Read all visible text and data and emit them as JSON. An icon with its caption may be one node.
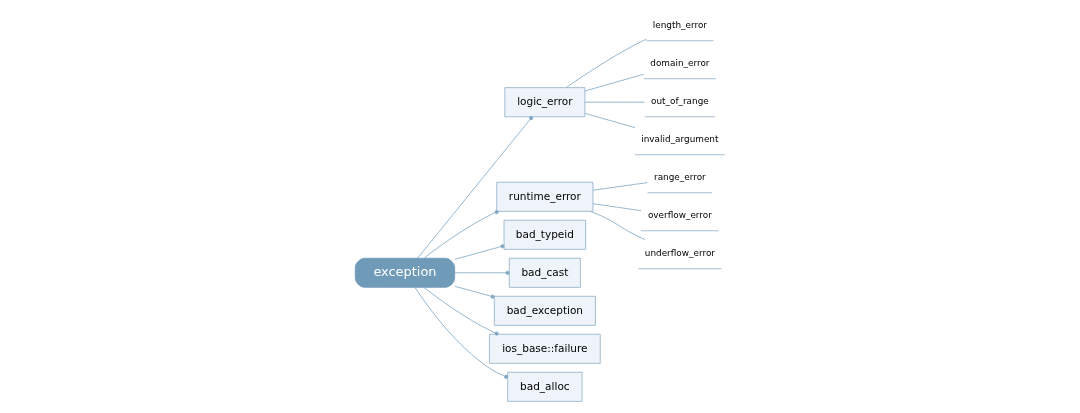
{
  "diagram": {
    "nodes": [
      {
        "text": [
          "exception"
        ]
      },
      {
        "text": [
          "logic_error"
        ]
      },
      {
        "text": [
          "runtime_error"
        ]
      },
      {
        "text": [
          "bad_typeid"
        ]
      },
      {
        "text": [
          "bad_cast"
        ]
      },
      {
        "text": [
          "bad_exception"
        ]
      },
      {
        "text": [
          "ios_base::failure"
        ]
      },
      {
        "text": [
          "bad_alloc"
        ]
      },
      {
        "text": [
          "length_error"
        ]
      },
      {
        "text": [
          "domain_error"
        ]
      },
      {
        "text": [
          "out_of_range"
        ]
      },
      {
        "text": [
          "invalid_argument"
        ]
      },
      {
        "text": [
          "range_error"
        ]
      },
      {
        "text": [
          "overflow_error"
        ]
      },
      {
        "text": [
          "underflow_error"
        ]
      }
    ],
    "edges": [
      {
        "from": 0,
        "to": 1,
        "arrow": "other"
      },
      {
        "from": 0,
        "to": 2,
        "arrow": "other"
      },
      {
        "from": 0,
        "to": 3,
        "arrow": "other"
      },
      {
        "from": 0,
        "to": 4,
        "arrow": "other"
      },
      {
        "from": 0,
        "to": 5,
        "arrow": "other"
      },
      {
        "from": 0,
        "to": 6,
        "arrow": "other"
      },
      {
        "from": 0,
        "to": 7,
        "arrow": "other"
      },
      {
        "from": 1,
        "to": 8,
        "arrow": "none"
      },
      {
        "from": 1,
        "to": 9,
        "arrow": "none"
      },
      {
        "from": 1,
        "to": 10,
        "arrow": "none"
      },
      {
        "from": 1,
        "to": 11,
        "arrow": "none"
      },
      {
        "from": 2,
        "to": 12,
        "arrow": "none"
      },
      {
        "from": 2,
        "to": 13,
        "arrow": "none"
      },
      {
        "from": 2,
        "to": 14,
        "arrow": "none"
      }
    ]
  }
}
